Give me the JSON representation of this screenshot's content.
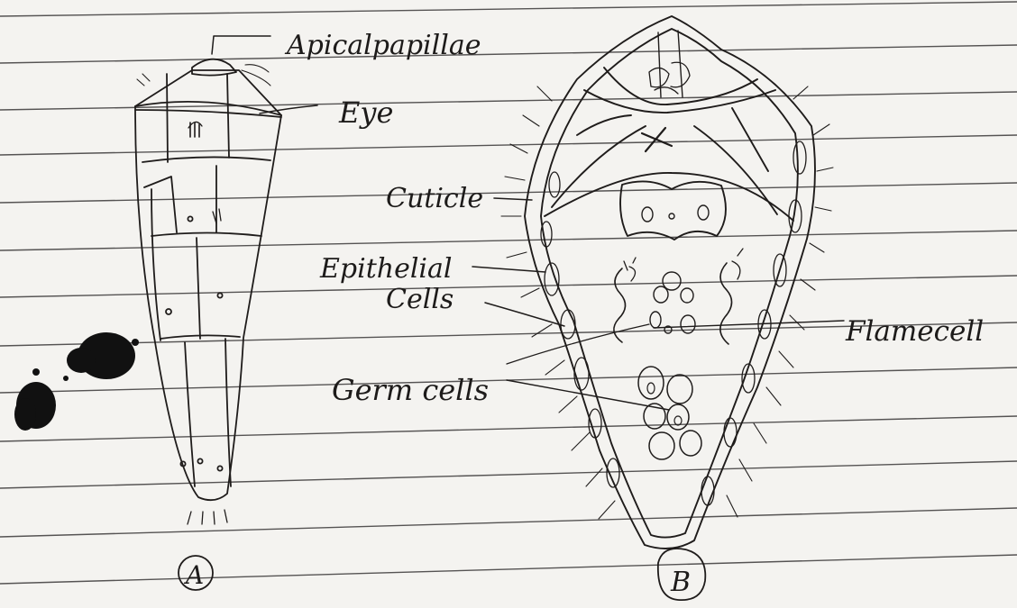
{
  "labels": {
    "apical": "Apicalpapillae",
    "eye": "Eye",
    "cuticle": "Cuticle",
    "epithelial_1": "Epithelial",
    "epithelial_2": "Cells",
    "flame": "Flamecell",
    "germ": "Germ cells",
    "fig_a": "A",
    "fig_b": "B"
  },
  "colors": {
    "paper": "#f4f3f0",
    "ink": "#1f1c1b",
    "rule": "#3a3838"
  }
}
